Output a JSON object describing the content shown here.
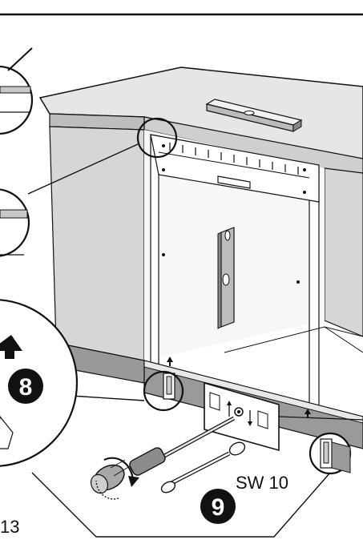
{
  "steps": {
    "step_8": "8",
    "step_9": "9"
  },
  "labels": {
    "tool_size": "SW 10",
    "size_callout": "13"
  },
  "colors": {
    "ink": "#111111",
    "cabinet_side": "#d9d9d9",
    "countertop": "#cfcfcf",
    "countertop_top": "#e8e8e8",
    "plinth": "#9a9a9a",
    "badge": "#111111",
    "badge_text": "#ffffff"
  }
}
